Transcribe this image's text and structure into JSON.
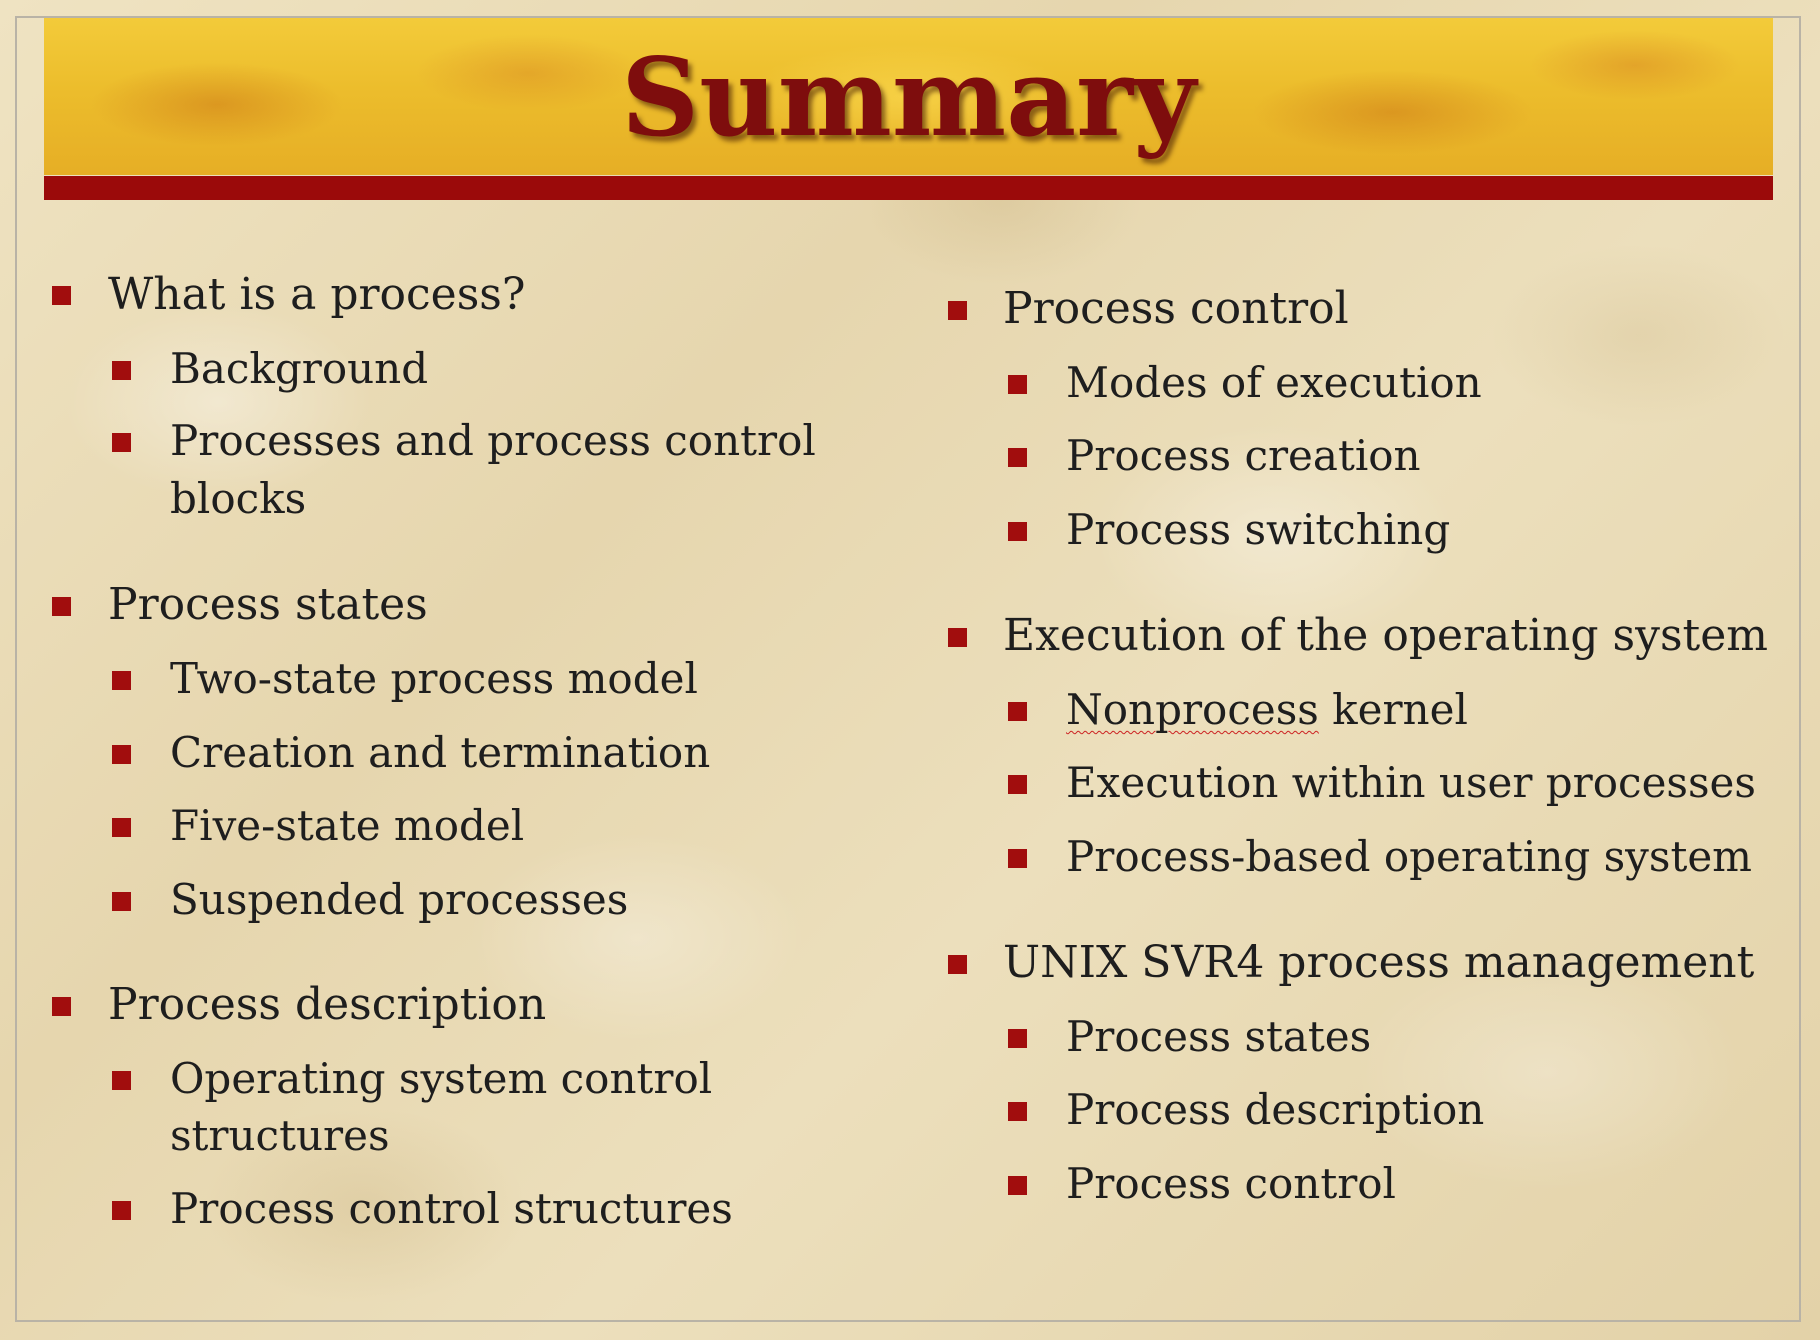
{
  "slide": {
    "title": "Summary",
    "left_column": [
      {
        "label": "What is a process?",
        "children": [
          {
            "label": "Background"
          },
          {
            "label_line1": "Processes and process control",
            "label_line2": "blocks"
          }
        ]
      },
      {
        "label": "Process states",
        "children": [
          {
            "label": "Two-state process model"
          },
          {
            "label": "Creation and termination"
          },
          {
            "label": "Five-state model"
          },
          {
            "label": "Suspended processes"
          }
        ]
      },
      {
        "label": "Process description",
        "children": [
          {
            "label_line1": "Operating system control",
            "label_line2": "structures"
          },
          {
            "label": "Process control structures"
          }
        ]
      }
    ],
    "right_column": [
      {
        "label": "Process control",
        "children": [
          {
            "label": "Modes of execution"
          },
          {
            "label": "Process creation"
          },
          {
            "label": "Process switching"
          }
        ]
      },
      {
        "label": "Execution of the operating system",
        "children": [
          {
            "label_word1": "Nonprocess",
            "label_rest": " kernel"
          },
          {
            "label": "Execution within user processes"
          },
          {
            "label": "Process-based operating system"
          }
        ]
      },
      {
        "label": "UNIX SVR4 process management",
        "children": [
          {
            "label": "Process states"
          },
          {
            "label": "Process description"
          },
          {
            "label": "Process control"
          }
        ]
      }
    ]
  },
  "colors": {
    "title": "#7e0d0d",
    "bullet": "#a10d0d",
    "banner_rule": "#9b0a0a",
    "banner": "#ecbd2c",
    "background": "#e9dcb8",
    "text": "#1e1e1e"
  }
}
